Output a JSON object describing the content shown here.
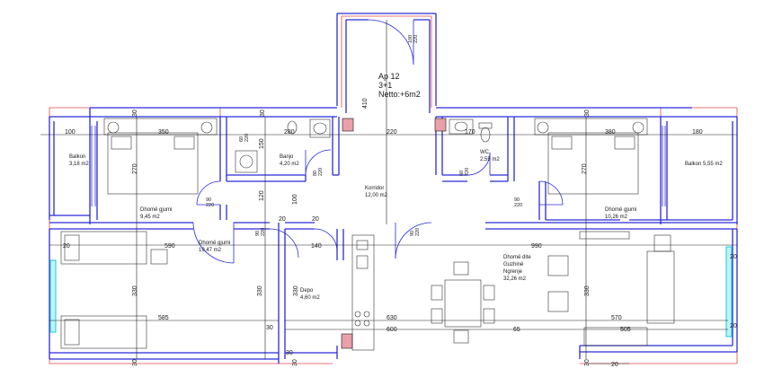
{
  "apartment": {
    "code": "Ap 12",
    "type": "3+1",
    "area_note": "Netto:+6m2"
  },
  "rooms": {
    "balkon_left": {
      "name": "Balkon",
      "area": "3,18 m2"
    },
    "banjo": {
      "name": "Banjo",
      "area": "4,20 m2"
    },
    "wc": {
      "name": "WC",
      "area": "2,55 m2"
    },
    "korridor": {
      "name": "Korridor",
      "area": "12,00 m2"
    },
    "bedroom_left": {
      "name": "Dhomë gjumi",
      "area": "9,45 m2"
    },
    "bedroom_right": {
      "name": "Dhomë gjumi",
      "area": "10,26 m2"
    },
    "balkon_right": {
      "label": "Balkon 5,55 m2"
    },
    "bedroom_bottom": {
      "name": "Dhomë gjumi",
      "area": "19,47 m2"
    },
    "depo": {
      "name": "Depo",
      "area": "4,60 m2"
    },
    "living": {
      "line1": "Dhomë dite",
      "line2": "Guzhinë",
      "line3": "Ngrenje",
      "area": "32,26 m2"
    }
  },
  "dimensions": {
    "d100": "100",
    "d350": "350",
    "d280": "280",
    "d220": "220",
    "d170": "170",
    "d380": "380",
    "d180": "180",
    "d270": "270",
    "d150": "150",
    "d120": "120",
    "d410": "410",
    "d590": "590",
    "d990": "990",
    "d140": "140",
    "d330": "330",
    "d585": "585",
    "d630": "630",
    "d600": "600",
    "d65": "65",
    "d570": "570",
    "d505": "505",
    "d30": "30",
    "d20": "20",
    "d100_vert": "100"
  },
  "door_labels": {
    "entry": "100\n220",
    "d90_220": "90\n220",
    "d80_220": "80\n220",
    "d60_220": "60\n220"
  }
}
